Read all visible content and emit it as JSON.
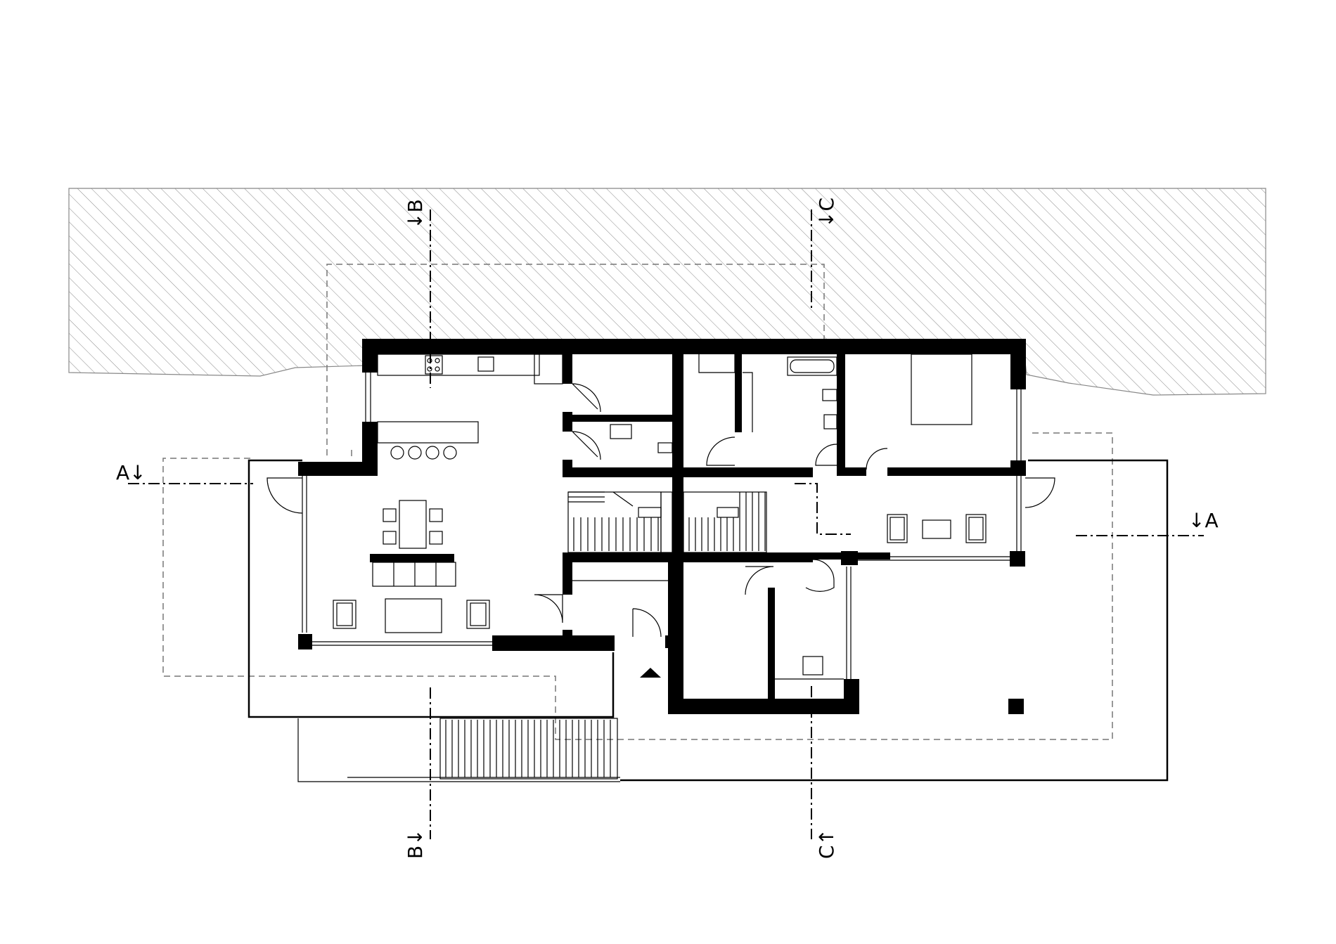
{
  "sections": {
    "a_left": "A↓",
    "a_right": "↓A",
    "b_top": "↓B",
    "b_bottom": "B↓",
    "c_top": "↓C",
    "c_bottom": "C↑"
  }
}
